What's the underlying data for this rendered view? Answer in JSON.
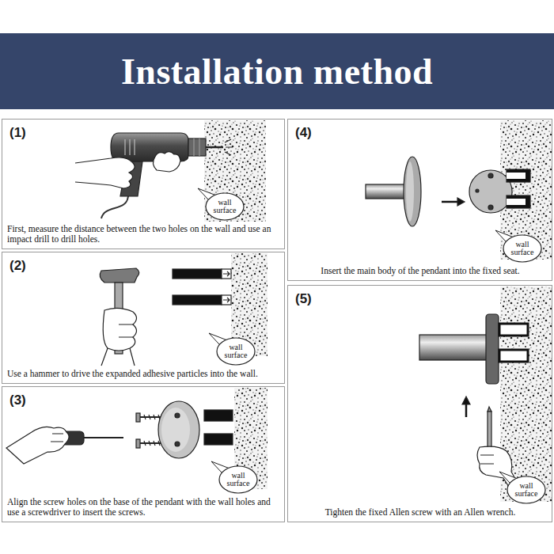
{
  "diagram": {
    "title": "Installation method",
    "nodes": [
      {
        "text": [
          "(1)",
          "First, measure the distance between the two holes on the wall and use an impact drill to drill holes."
        ]
      },
      {
        "text": [
          "wall surface"
        ],
        "in": 0
      },
      {
        "text": [
          "(2)",
          "Use a hammer to drive the expanded adhesive particles into the wall."
        ]
      },
      {
        "text": [
          "wall surface"
        ],
        "in": 2
      },
      {
        "text": [
          "(3)",
          "Align the screw holes on the base of the pendant with the wall holes and use a screwdriver to insert the screws."
        ]
      },
      {
        "text": [
          "wall surface"
        ],
        "in": 4
      },
      {
        "text": [
          "(4)",
          "Insert the main body of the pendant into the fixed seat."
        ]
      },
      {
        "text": [
          "wall surface"
        ],
        "in": 6
      },
      {
        "text": [
          "(5)",
          "Tighten the fixed Allen screw with an Allen wrench."
        ]
      },
      {
        "text": [
          "wall surface"
        ],
        "in": 8
      }
    ]
  }
}
